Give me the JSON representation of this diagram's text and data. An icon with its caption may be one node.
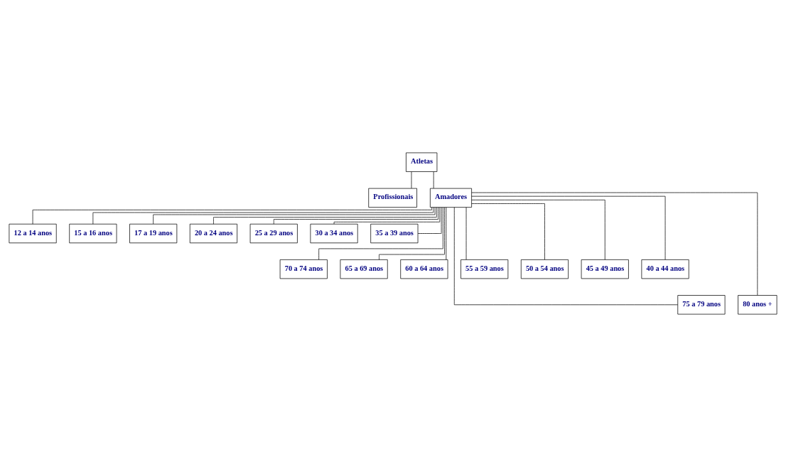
{
  "diagram": {
    "nodes": [
      {
        "text": [
          "Atletas"
        ]
      },
      {
        "text": [
          "Profissionais"
        ]
      },
      {
        "text": [
          "Amadores"
        ]
      },
      {
        "text": [
          "12 a 14 anos"
        ]
      },
      {
        "text": [
          "15 a 16 anos"
        ]
      },
      {
        "text": [
          "17 a 19 anos"
        ]
      },
      {
        "text": [
          "20 a 24 anos"
        ]
      },
      {
        "text": [
          "25 a 29 anos"
        ]
      },
      {
        "text": [
          "30 a 34 anos"
        ]
      },
      {
        "text": [
          "35 a 39 anos"
        ]
      },
      {
        "text": [
          "70 a 74 anos"
        ]
      },
      {
        "text": [
          "65 a 69 anos"
        ]
      },
      {
        "text": [
          "60 a 64 anos"
        ]
      },
      {
        "text": [
          "55 a 59 anos"
        ]
      },
      {
        "text": [
          "50 a 54 anos"
        ]
      },
      {
        "text": [
          "45 a 49 anos"
        ]
      },
      {
        "text": [
          "40 a 44 anos"
        ]
      },
      {
        "text": [
          "75 a 79 anos"
        ]
      },
      {
        "text": [
          "80 anos +"
        ]
      }
    ],
    "edges": [
      {
        "from": 0,
        "to": 1,
        "arrow": "none"
      },
      {
        "from": 0,
        "to": 2,
        "arrow": "none"
      },
      {
        "from": 2,
        "to": 3,
        "arrow": "none"
      },
      {
        "from": 2,
        "to": 4,
        "arrow": "none"
      },
      {
        "from": 2,
        "to": 5,
        "arrow": "none"
      },
      {
        "from": 2,
        "to": 6,
        "arrow": "none"
      },
      {
        "from": 2,
        "to": 7,
        "arrow": "none"
      },
      {
        "from": 2,
        "to": 8,
        "arrow": "none"
      },
      {
        "from": 2,
        "to": 9,
        "arrow": "none"
      },
      {
        "from": 2,
        "to": 10,
        "arrow": "none"
      },
      {
        "from": 2,
        "to": 11,
        "arrow": "none"
      },
      {
        "from": 2,
        "to": 12,
        "arrow": "none"
      },
      {
        "from": 2,
        "to": 13,
        "arrow": "none"
      },
      {
        "from": 2,
        "to": 14,
        "arrow": "none"
      },
      {
        "from": 2,
        "to": 15,
        "arrow": "none"
      },
      {
        "from": 2,
        "to": 16,
        "arrow": "none"
      },
      {
        "from": 2,
        "to": 17,
        "arrow": "none"
      },
      {
        "from": 2,
        "to": 18,
        "arrow": "none"
      }
    ]
  }
}
